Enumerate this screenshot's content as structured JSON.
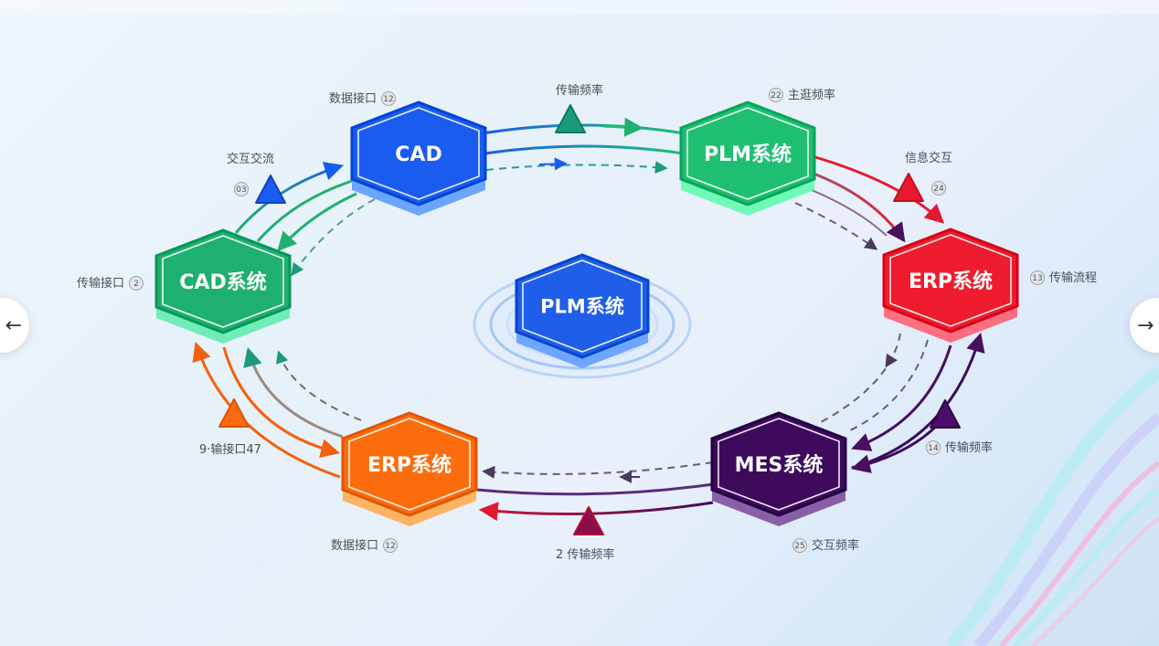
{
  "diagram": {
    "center_node": {
      "label": "PLM系统",
      "color": "#1f5ee8"
    },
    "nodes": [
      {
        "id": "cad",
        "label": "CAD",
        "color": "#1a5cf0"
      },
      {
        "id": "plm",
        "label": "PLM系统",
        "color": "#1fbf72"
      },
      {
        "id": "erp-right",
        "label": "ERP系统",
        "color": "#ee1c2e"
      },
      {
        "id": "mes",
        "label": "MES系统",
        "color": "#3d0a5c"
      },
      {
        "id": "erp-bottom",
        "label": "ERP系统",
        "color": "#fb6d0c"
      },
      {
        "id": "cad-sys",
        "label": "CAD系统",
        "color": "#1eb070"
      }
    ],
    "labels": [
      {
        "id": "cad-label",
        "text": "数据接口",
        "num": "12"
      },
      {
        "id": "cad-plm-label",
        "text": "传输频率",
        "num": ""
      },
      {
        "id": "plm-label",
        "text": "主逛频率",
        "num": "22"
      },
      {
        "id": "plm-erp-label",
        "text": "信息交互",
        "num": "24"
      },
      {
        "id": "erp-right-label",
        "text": "传输流程",
        "num": "13"
      },
      {
        "id": "erp-mes-label",
        "text": "传输频率",
        "num": "14"
      },
      {
        "id": "mes-label",
        "text": "交互频率",
        "num": "25"
      },
      {
        "id": "mes-erp-label",
        "text": "2 传输频率",
        "num": ""
      },
      {
        "id": "erp-bottom-label",
        "text": "数据接口",
        "num": "12"
      },
      {
        "id": "erp-cadsys-label",
        "text": "9·输接口47",
        "num": ""
      },
      {
        "id": "cadsys-label",
        "text": "传输接口",
        "num": "2"
      },
      {
        "id": "cadsys-cad-label",
        "text": "交互交流",
        "num": "03"
      }
    ]
  },
  "navigation": {
    "prev_icon": "←",
    "next_icon": "→"
  }
}
